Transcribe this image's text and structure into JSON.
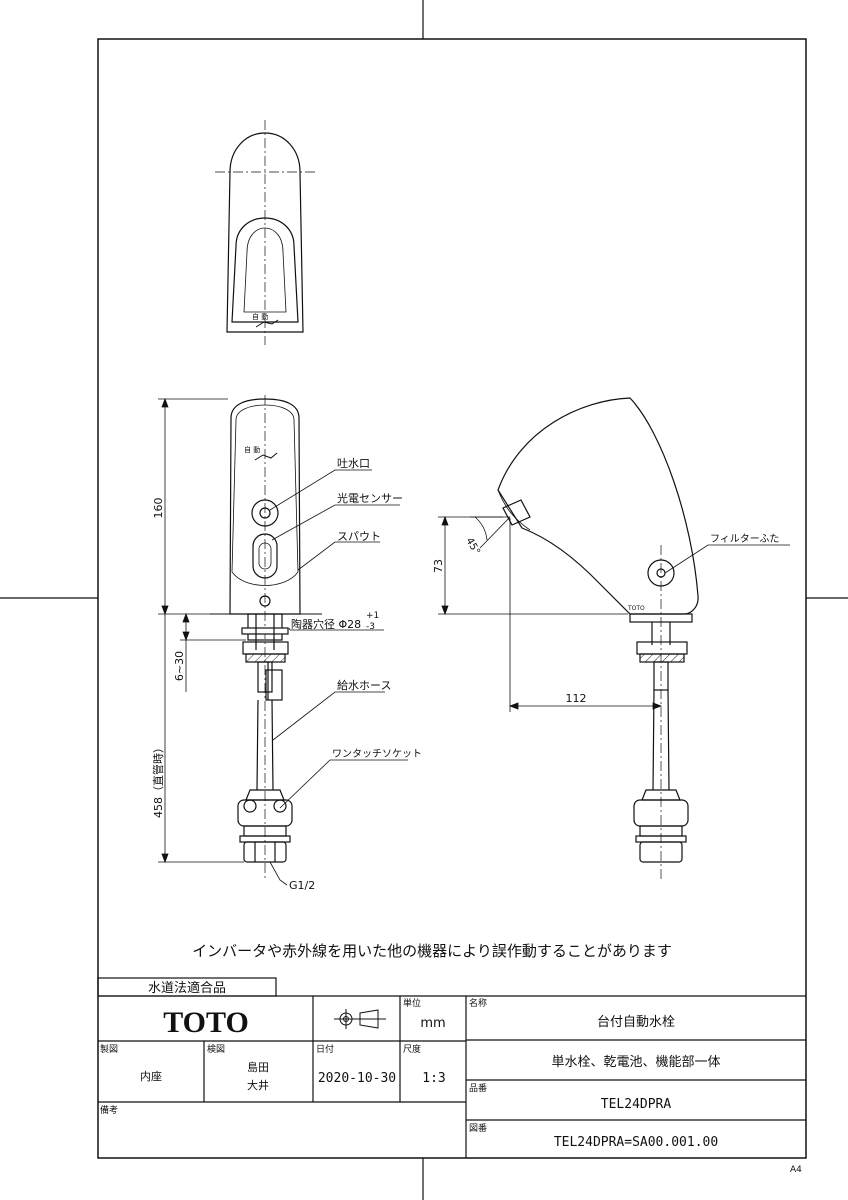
{
  "dimensions": {
    "height_160": "160",
    "adjust_6_30": "6~30",
    "hose_458": "458（直管時）",
    "height_73": "73",
    "angle_45": "45°",
    "reach_112": "112"
  },
  "callouts": {
    "spout_outlet": "吐水口",
    "photo_sensor": "光電センサー",
    "spout": "スパウト",
    "hole_dia": "陶器穴径 Φ28",
    "tol_plus": "+1",
    "tol_minus": "-3",
    "supply_hose": "給水ホース",
    "one_touch_socket": "ワンタッチソケット",
    "thread": "G1/2",
    "filter_cover": "フィルターふた"
  },
  "device_labels": {
    "auto_top": "自 動",
    "auto_front": "自 動",
    "brand_small": "TOTO"
  },
  "warning": "インバータや赤外線を用いた他の機器により誤作動することがあります",
  "title_block": {
    "cert": "水道法適合品",
    "logo": "TOTO",
    "unit_label": "単位",
    "unit_value": "mm",
    "name_label": "名称",
    "name_value": "台付自動水栓",
    "drawn_label": "製図",
    "drawn_value": "内座",
    "checked_label": "検図",
    "checked_value_1": "島田",
    "checked_value_2": "大井",
    "date_label": "日付",
    "date_value": "2020-10-30",
    "scale_label": "尺度",
    "scale_value": "1:3",
    "subtitle": "単水栓、乾電池、機能部一体",
    "part_label": "品番",
    "part_value": "TEL24DPRA",
    "remarks_label": "備考",
    "drawing_label": "図番",
    "drawing_value": "TEL24DPRA=SA00.001.00"
  },
  "paper_size": "A4"
}
